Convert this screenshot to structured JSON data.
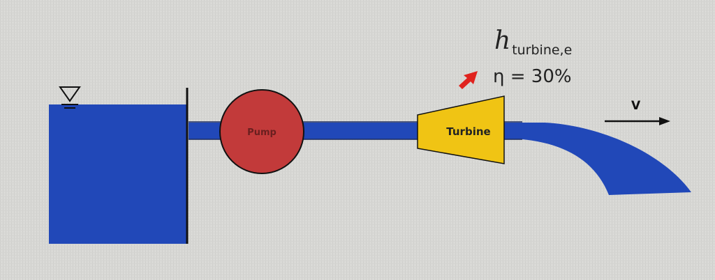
{
  "labels": {
    "pump": "Pump",
    "turbine": "Turbine",
    "head_symbol": "h",
    "head_subscript": "turbine,e",
    "efficiency": "η = 30%",
    "velocity": "V"
  },
  "colors": {
    "background": "#d9d9d6",
    "water": "#2148b8",
    "pump": "#c23a3a",
    "turbine": "#f0c414",
    "arrow_red": "#e0231e",
    "line": "#111111"
  }
}
